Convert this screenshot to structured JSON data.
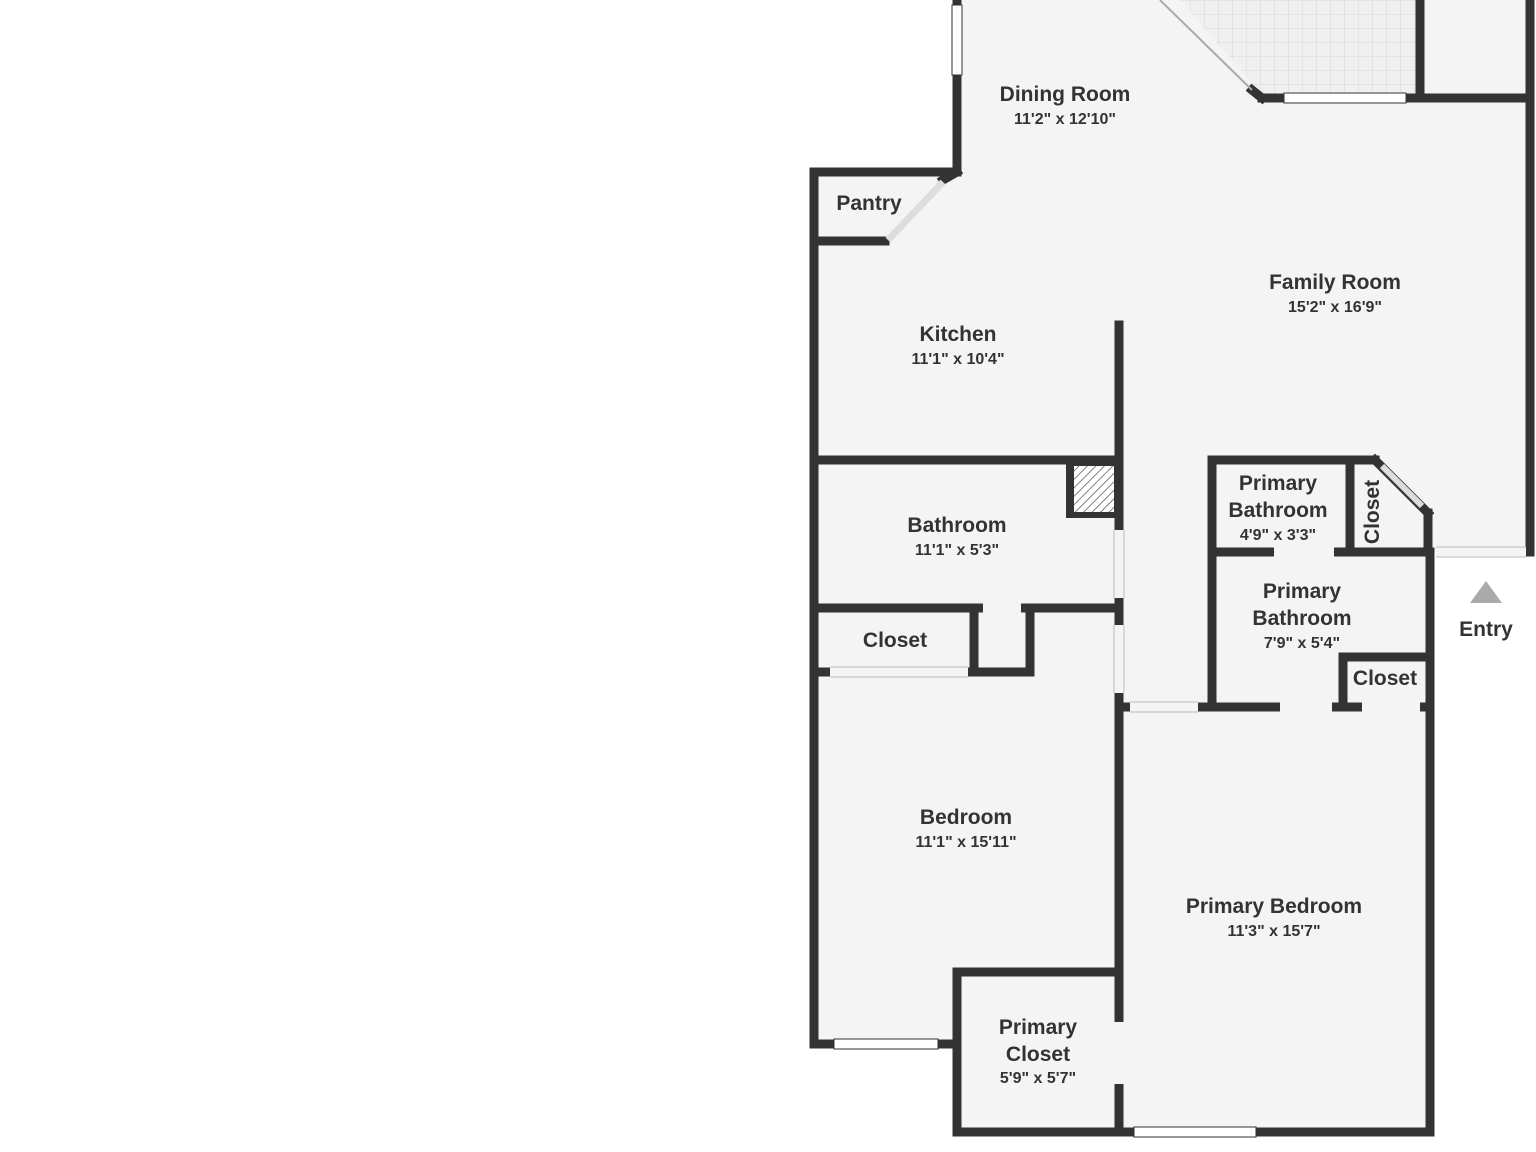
{
  "colors": {
    "wall": "#333333",
    "floor": "#f4f4f4",
    "window": "#ffffff",
    "patio": "#eeeeee"
  },
  "rooms": {
    "dining": {
      "name": "Dining Room",
      "dim": "11'2\" x 12'10\""
    },
    "pantry": {
      "name": "Pantry"
    },
    "family": {
      "name": "Family Room",
      "dim": "15'2\" x 16'9\""
    },
    "kitchen": {
      "name": "Kitchen",
      "dim": "11'1\" x 10'4\""
    },
    "bathroom": {
      "name": "Bathroom",
      "dim": "11'1\" x 5'3\""
    },
    "closet1": {
      "name": "Closet"
    },
    "bedroom": {
      "name": "Bedroom",
      "dim": "11'1\" x 15'11\""
    },
    "pbath1": {
      "line1": "Primary",
      "line2": "Bathroom",
      "dim": "4'9\" x 3'3\""
    },
    "closet2": {
      "name": "Closet"
    },
    "pbath2": {
      "line1": "Primary",
      "line2": "Bathroom",
      "dim": "7'9\" x 5'4\""
    },
    "closet3": {
      "name": "Closet"
    },
    "pbed": {
      "name": "Primary Bedroom",
      "dim": "11'3\" x 15'7\""
    },
    "pcloset": {
      "line1": "Primary",
      "line2": "Closet",
      "dim": "5'9\" x 5'7\""
    }
  },
  "entry": {
    "label": "Entry",
    "icon": "triangle-up-icon"
  }
}
